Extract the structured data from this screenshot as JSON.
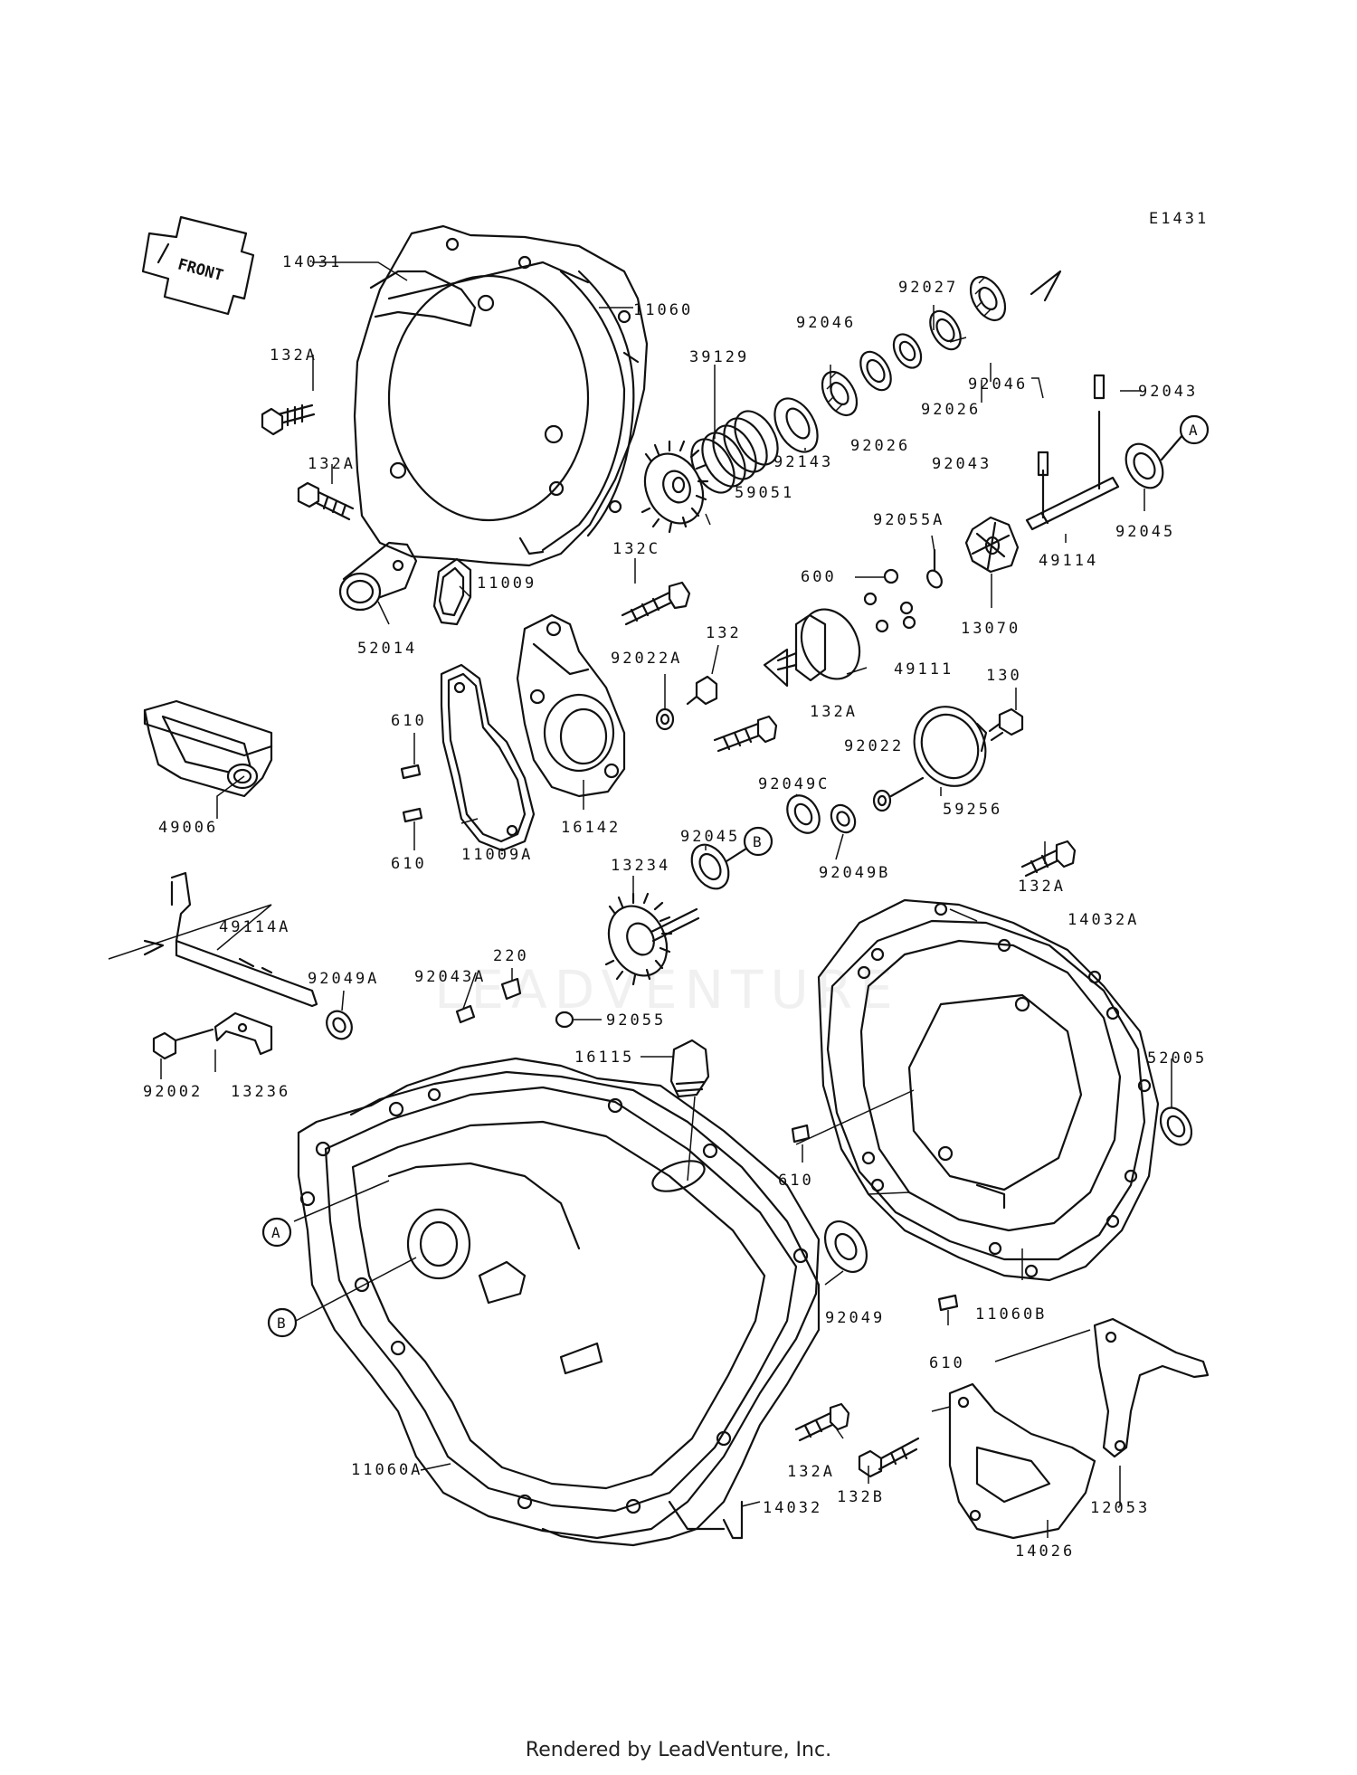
{
  "diagram_code": "E1431",
  "front_label": "FRONT",
  "watermark": "LEADVENTURE",
  "footer": "Rendered by LeadVenture, Inc.",
  "reference_markers": [
    "A",
    "B"
  ],
  "parts": {
    "p14031": "14031",
    "p11060": "11060",
    "p132A_1": "132A",
    "p132A_2": "132A",
    "p132A_3": "132A",
    "p132A_4": "132A",
    "p132A_5": "132A",
    "p39129": "39129",
    "p92046_1": "92046",
    "p92027": "92027",
    "p92046_2": "92046",
    "p92043_1": "92043",
    "p92026_1": "92026",
    "p92026_2": "92026",
    "p92143": "92143",
    "p92043_2": "92043",
    "p59051": "59051",
    "p92055A": "92055A",
    "p49114": "49114",
    "p92045_1": "92045",
    "p132C": "132C",
    "p11009": "11009",
    "p600": "600",
    "p13070": "13070",
    "p52014": "52014",
    "p132": "132",
    "p92022A": "92022A",
    "p49111": "49111",
    "p130": "130",
    "p610_1": "610",
    "p610_2": "610",
    "p610_3": "610",
    "p610_4": "610",
    "p92022": "92022",
    "p49006": "49006",
    "p16142": "16142",
    "p92049C": "92049C",
    "p59256": "59256",
    "p11009A": "11009A",
    "p92045_2": "92045",
    "p92049B": "92049B",
    "p13234": "13234",
    "p14032A": "14032A",
    "p49114A": "49114A",
    "p220": "220",
    "p92049A": "92049A",
    "p92043A": "92043A",
    "p92055": "92055",
    "p92002": "92002",
    "p13236": "13236",
    "p16115": "16115",
    "p52005": "52005",
    "p92049": "92049",
    "p11060B": "11060B",
    "p12053": "12053",
    "p11060A": "11060A",
    "p14032": "14032",
    "p132B": "132B",
    "p14026": "14026"
  }
}
